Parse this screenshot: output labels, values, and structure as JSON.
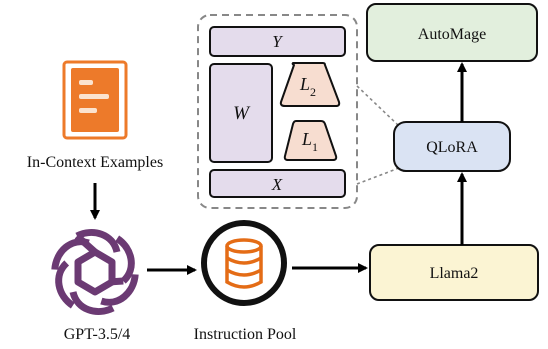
{
  "nodes": {
    "in_context": {
      "label": "In-Context Examples"
    },
    "gpt": {
      "label": "GPT-3.5/4"
    },
    "pool": {
      "label": "Instruction Pool"
    },
    "llama": {
      "label": "Llama2"
    },
    "qlora": {
      "label": "QLoRA"
    },
    "automage": {
      "label": "AutoMage"
    }
  },
  "qlora_detail": {
    "top_block": "Y",
    "bottom_block": "X",
    "left_block": "W",
    "adapter_top": {
      "base": "L",
      "sub": "2"
    },
    "adapter_bottom": {
      "base": "L",
      "sub": "1"
    }
  },
  "colors": {
    "automage_fill": "#e2efdd",
    "qlora_fill": "#dae3f3",
    "llama_fill": "#fbf4d3",
    "matrix_fill": "#e4dcec",
    "adapter_fill": "#f7ddd0",
    "document_icon": "#ed7a2a",
    "pool_icon": "#e46c16",
    "gpt_logo": "#6b3a73"
  },
  "icons": {
    "document": "document-icon",
    "openai": "openai-logo-icon",
    "database": "database-icon"
  }
}
